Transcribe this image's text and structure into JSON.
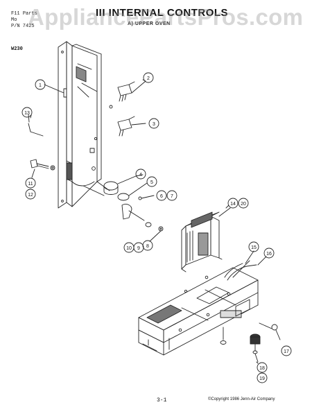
{
  "header": {
    "line1": "F11",
    "line1b": "Parts",
    "line2": "Mo",
    "line3": "P/N 7425",
    "title": "III INTERNAL CONTROLS",
    "subtitle": "A)  UPPER OVEN"
  },
  "watermark": "AppliancePartsPros.com",
  "model": "W230",
  "callouts": {
    "c1": "1",
    "c2": "2",
    "c3": "3",
    "c4": "4",
    "c5": "5",
    "c6": "6",
    "c7": "7",
    "c8": "8",
    "c9": "9",
    "c10": "10",
    "c11": "11",
    "c12": "12",
    "c13": "13",
    "c14": "14",
    "c15": "15",
    "c16": "16",
    "c17": "17",
    "c18": "18",
    "c19": "19",
    "c20": "20"
  },
  "footer": {
    "page": "3-1",
    "copyright": "©Copyright 1986 Jenn-Air Company"
  }
}
